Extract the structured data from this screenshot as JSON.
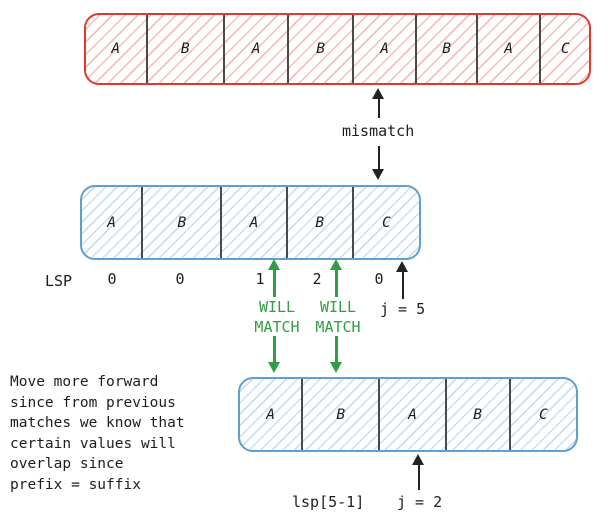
{
  "colors": {
    "red_border": "#e2382d",
    "red_hatch": "#f6beb8",
    "blue_border": "#5f9fd1",
    "blue_hatch": "#cbdff0",
    "green": "#2f9e44",
    "divider": "#4a4a4a",
    "ink": "#1d1d1d"
  },
  "arrays": {
    "text": {
      "cells": [
        "A",
        "B",
        "A",
        "B",
        "A",
        "B",
        "A",
        "C"
      ]
    },
    "pattern": {
      "cells": [
        "A",
        "B",
        "A",
        "B",
        "C"
      ]
    },
    "pattern_shifted": {
      "cells": [
        "A",
        "B",
        "A",
        "B",
        "C"
      ]
    }
  },
  "lsp": {
    "label": "LSP",
    "values": [
      "0",
      "0",
      "1",
      "2",
      "0"
    ]
  },
  "annotations": {
    "mismatch": "mismatch",
    "will_match_1": "WILL\nMATCH",
    "will_match_2": "WILL\nMATCH",
    "j_top": "j = 5",
    "j_bottom": "j = 2",
    "lsp_index": "lsp[5-1]",
    "note": "Move more forward\nsince from previous\nmatches we know that\ncertain values will\noverlap since\nprefix = suffix"
  }
}
